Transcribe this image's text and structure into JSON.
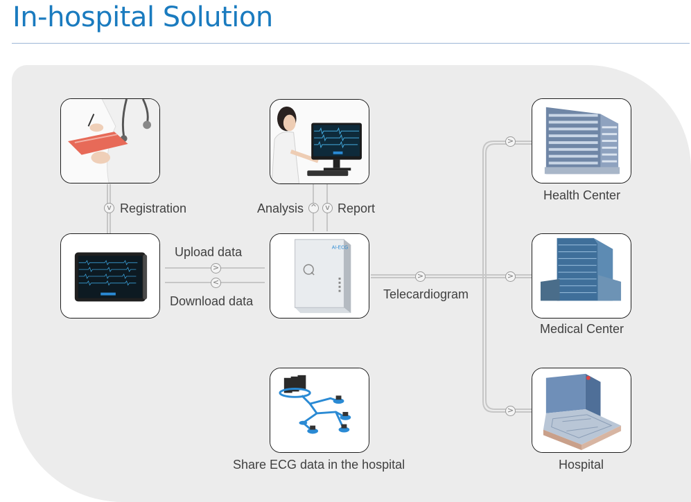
{
  "header": {
    "title": "In-hospital Solution"
  },
  "nodes": {
    "registration_photo": {
      "icon": "doctor-with-clipboard"
    },
    "analysis_photo": {
      "icon": "operator-at-ecg-monitor"
    },
    "tablet": {
      "icon": "ecg-tablet"
    },
    "server": {
      "icon": "ecg-server",
      "brand": "AI-ECG"
    },
    "share": {
      "icon": "hospital-network",
      "label": "Share ECG data in the hospital"
    },
    "health_center": {
      "icon": "health-center-building",
      "label": "Health Center"
    },
    "medical_center": {
      "icon": "medical-center-building",
      "label": "Medical Center"
    },
    "hospital": {
      "icon": "hospital-building",
      "label": "Hospital"
    }
  },
  "connectors": {
    "registration": "Registration",
    "analysis": "Analysis",
    "report": "Report",
    "upload": "Upload data",
    "download": "Download data",
    "telecardiogram": "Telecardiogram"
  },
  "colors": {
    "title": "#1a7bbf",
    "panel": "#ececec",
    "wire": "#c8c8c8",
    "accent": "#2a8ad4"
  }
}
